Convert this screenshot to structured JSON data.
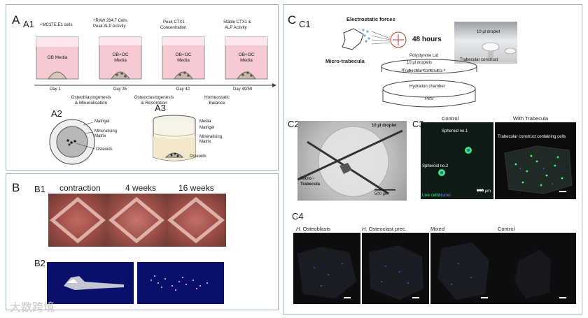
{
  "panelA": {
    "letter": "A",
    "a1": {
      "label": "A1",
      "cells_top_1": "+MC3TE.E1 cells",
      "cells_top_2": "+RAW 264.7 Cells",
      "cells_top_2b": "Peak ALP Activity",
      "peak_ctx": "Peak CTX1",
      "peak_ctx_b": "Concentration",
      "stable": "Stable CTX1 &",
      "stable_b": "ALP Activity",
      "wells": [
        "OB Media",
        "OB+OC\nMedia",
        "OB+OC\nMedia",
        "OB+OC\nMedia"
      ],
      "days": [
        "Day 1",
        "Day 35",
        "Day 42",
        "Day 49/59"
      ],
      "phases": [
        [
          "Osteoblastogenesis",
          "& Mineralisation"
        ],
        [
          "Osteoclastogenesis",
          "& Resorption"
        ],
        [
          "Homeostatic",
          "Balance"
        ]
      ]
    },
    "a2": {
      "label": "A2",
      "matrigel": "Matrigel",
      "mineralising": "Mineralising",
      "matrix": "Matrix",
      "osteoids": "Osteoids"
    },
    "a3": {
      "label": "A3",
      "media": "Media",
      "matrigel": "Matrigel",
      "mineralising": "Mineralising",
      "matrix": "Matrix",
      "osteoids": "Osteoids"
    }
  },
  "panelB": {
    "letter": "B",
    "b1": {
      "label": "B1",
      "titles": [
        "contraction",
        "4 weeks",
        "16 weeks"
      ]
    },
    "b2": {
      "label": "B2"
    }
  },
  "panelC": {
    "letter": "C",
    "c1": {
      "label": "C1",
      "electrostatic": "Electrostatic forces",
      "micro_trabecula": "Micro-trabecula",
      "hours": "48 hours",
      "droplet_photo": "10 µl droplet",
      "trab_construct_photo": "Trabecular construct",
      "lid": "Polystyrene Lid",
      "droplets": "10 µl droplets",
      "constructs": "Trabecular constructs",
      "chamber": "Hydration chamber",
      "pbs": "PBS"
    },
    "c2": {
      "label": "C2",
      "droplet": "10 µl droplet",
      "micro": "Micro -",
      "trab": "Trabecula",
      "scale": "500 µm"
    },
    "c3": {
      "label": "C3",
      "control": "Control",
      "with": "With Trabecula",
      "sph1": "Spheroid no.1",
      "sph2": "Spheroid no.2",
      "construct": "Trabecular construct containing cells",
      "live": "Live cells",
      "nuclei": "Nuclei",
      "scale": "100 µm"
    },
    "c4": {
      "label": "C4",
      "h1_italic": "H.",
      "h1_rest": " Osteoblasts",
      "h2_italic": "H.",
      "h2_rest": " Osteoclast prec.",
      "h3": "Mixed",
      "h4": "Control"
    }
  },
  "watermark": "大数跨境",
  "colors": {
    "border": "#9fb7ae",
    "media_pink": "#f6c9d3",
    "tissue": "#a9574d",
    "fluor_green": "#3cff7a",
    "nuclei_blue": "#3e5bd6"
  }
}
